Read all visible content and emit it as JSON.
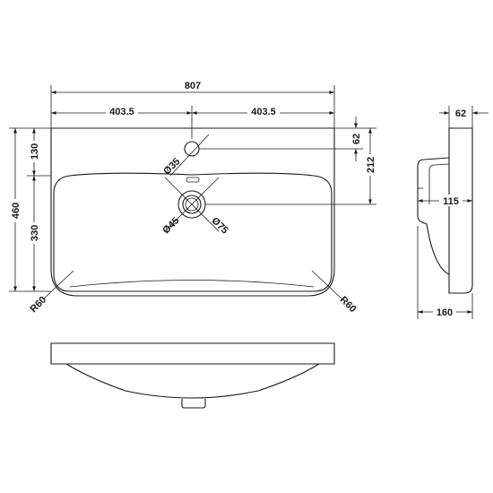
{
  "dimensions": {
    "overall_width": "807",
    "half_width_left": "403.5",
    "half_width_right": "403.5",
    "overall_depth": "460",
    "tap_zone_depth": "130",
    "bowl_depth": "330",
    "tap_hole_offset": "62",
    "waste_offset": "212",
    "tap_hole_diameter": "Ø35",
    "waste_inner_diameter": "Ø45",
    "waste_outer_diameter": "Ø75",
    "corner_radius_left": "R60",
    "corner_radius_right": "R60",
    "side_depth": "62",
    "side_bowl_depth": "115",
    "side_height": "160"
  }
}
